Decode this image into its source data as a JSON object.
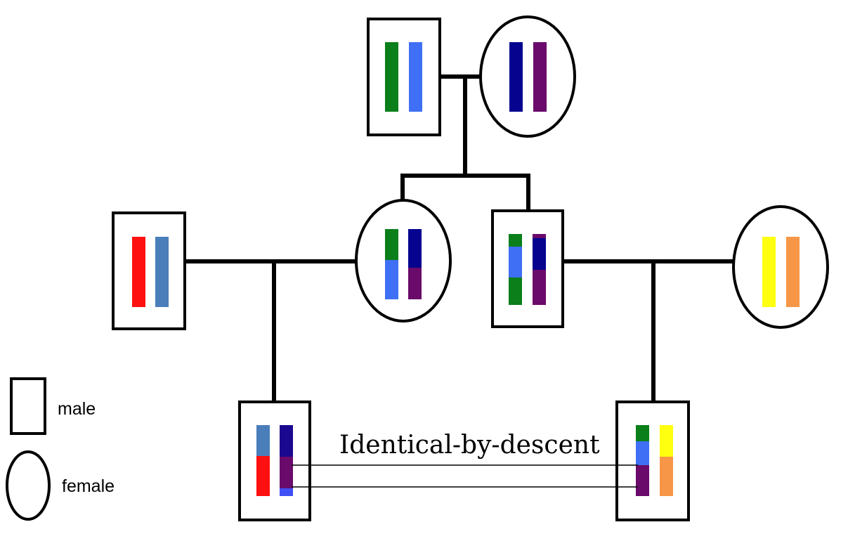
{
  "diagram": {
    "annotation": "Identical-by-descent",
    "legend": {
      "male_label": "male",
      "female_label": "female"
    }
  },
  "colors": {
    "line": "#000000",
    "green": "#0a7f1a",
    "light_blue": "#3f6ff5",
    "navy": "#06048f",
    "purple": "#6a0a6a",
    "red": "#ff1010",
    "steel_blue": "#4a7ebb",
    "yellow": "#ffff10",
    "orange": "#f79646"
  },
  "individuals": [
    {
      "id": "gen1-male",
      "sex": "male",
      "chromosomes": [
        [
          "green"
        ],
        [
          "light_blue"
        ]
      ]
    },
    {
      "id": "gen1-female",
      "sex": "female",
      "chromosomes": [
        [
          "navy"
        ],
        [
          "purple"
        ]
      ]
    },
    {
      "id": "gen2-married-in-male",
      "sex": "male",
      "chromosomes": [
        [
          "red"
        ],
        [
          "steel_blue"
        ]
      ]
    },
    {
      "id": "gen2-daughter",
      "sex": "female",
      "chromosomes": [
        [
          "green",
          "light_blue"
        ],
        [
          "navy",
          "purple"
        ]
      ]
    },
    {
      "id": "gen2-son",
      "sex": "male",
      "chromosomes": [
        [
          "green",
          "light_blue",
          "green"
        ],
        [
          "purple",
          "navy",
          "purple"
        ]
      ]
    },
    {
      "id": "gen2-married-in-female",
      "sex": "female",
      "chromosomes": [
        [
          "yellow"
        ],
        [
          "orange"
        ]
      ]
    },
    {
      "id": "gen3-left-male",
      "sex": "male",
      "chromosomes": [
        [
          "steel_blue",
          "red"
        ],
        [
          "navy",
          "purple",
          "light_blue"
        ]
      ]
    },
    {
      "id": "gen3-right-male",
      "sex": "male",
      "chromosomes": [
        [
          "green",
          "light_blue",
          "purple"
        ],
        [
          "yellow",
          "orange"
        ]
      ]
    }
  ]
}
